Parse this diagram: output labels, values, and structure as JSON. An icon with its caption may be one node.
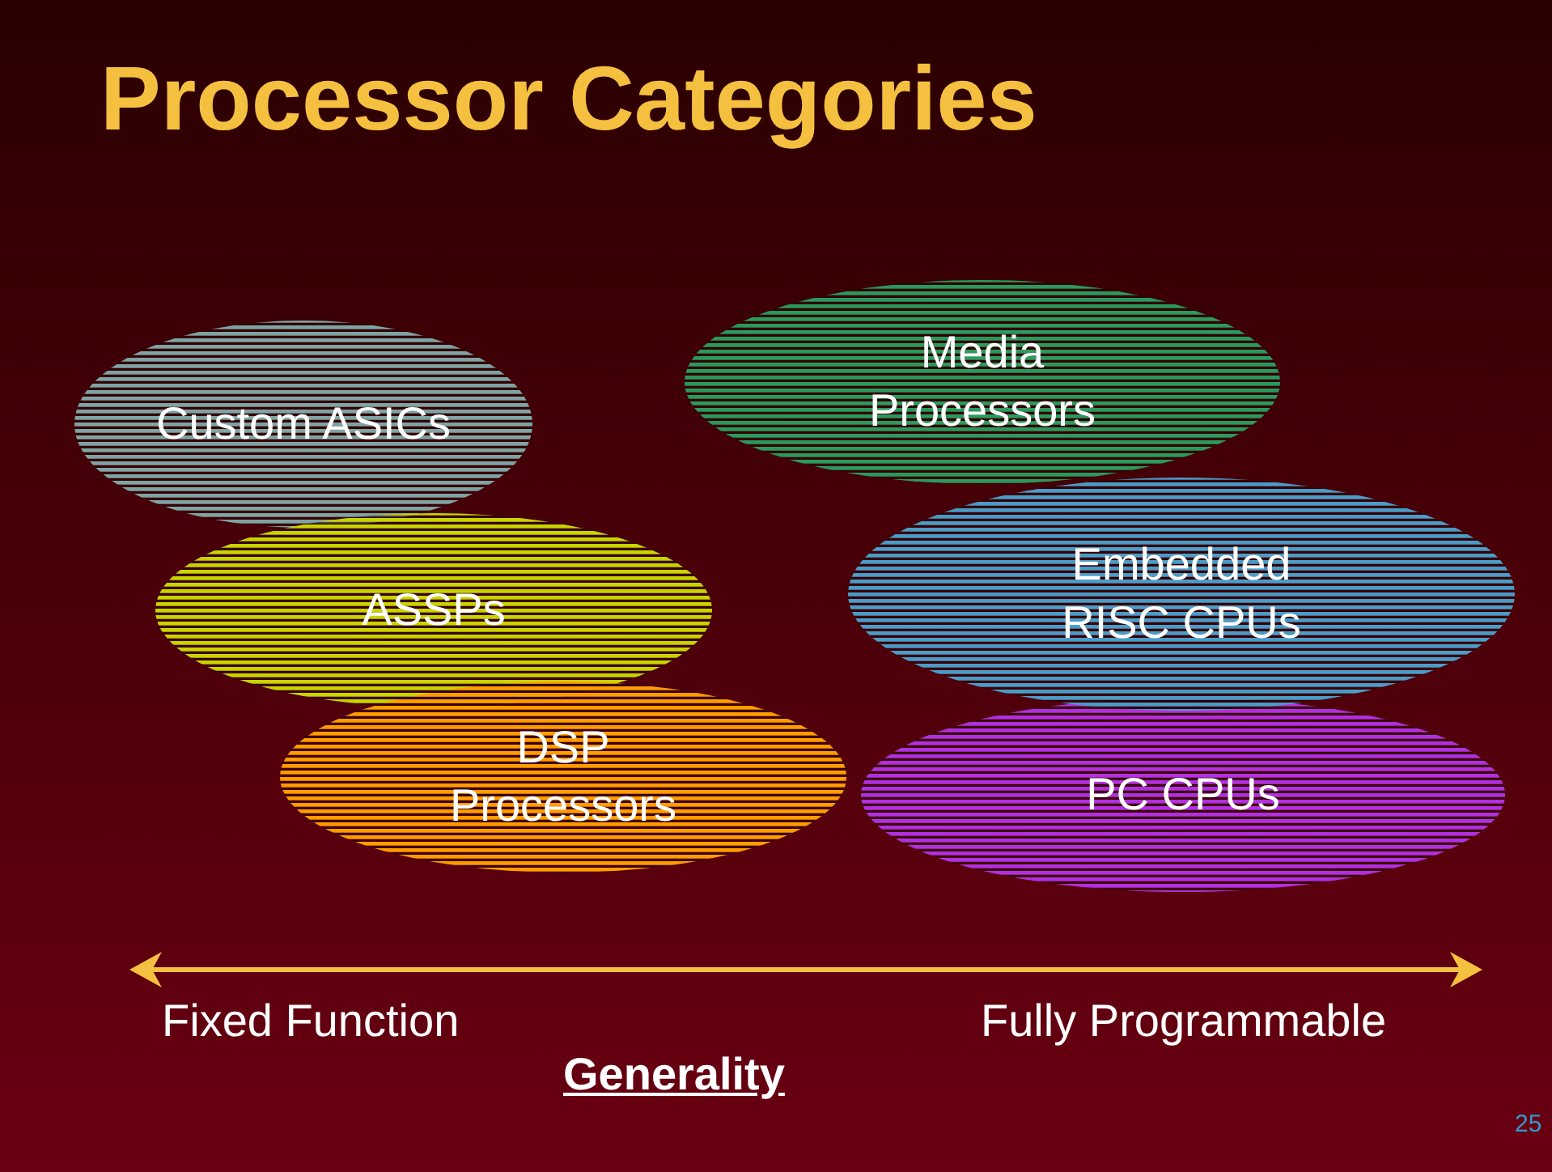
{
  "diagram": {
    "title": "Processor Categories",
    "nodes": [
      {
        "text": [
          "Custom ASICs"
        ]
      },
      {
        "text": [
          "Media Processors"
        ]
      },
      {
        "text": [
          "ASSPs"
        ]
      },
      {
        "text": [
          "Embedded RISC CPUs"
        ]
      },
      {
        "text": [
          "DSP Processors"
        ]
      },
      {
        "text": [
          "PC CPUs"
        ]
      }
    ],
    "edges": [],
    "labels": [
      "Fixed Function",
      "Fully Programmable",
      "Generality",
      "25"
    ]
  }
}
